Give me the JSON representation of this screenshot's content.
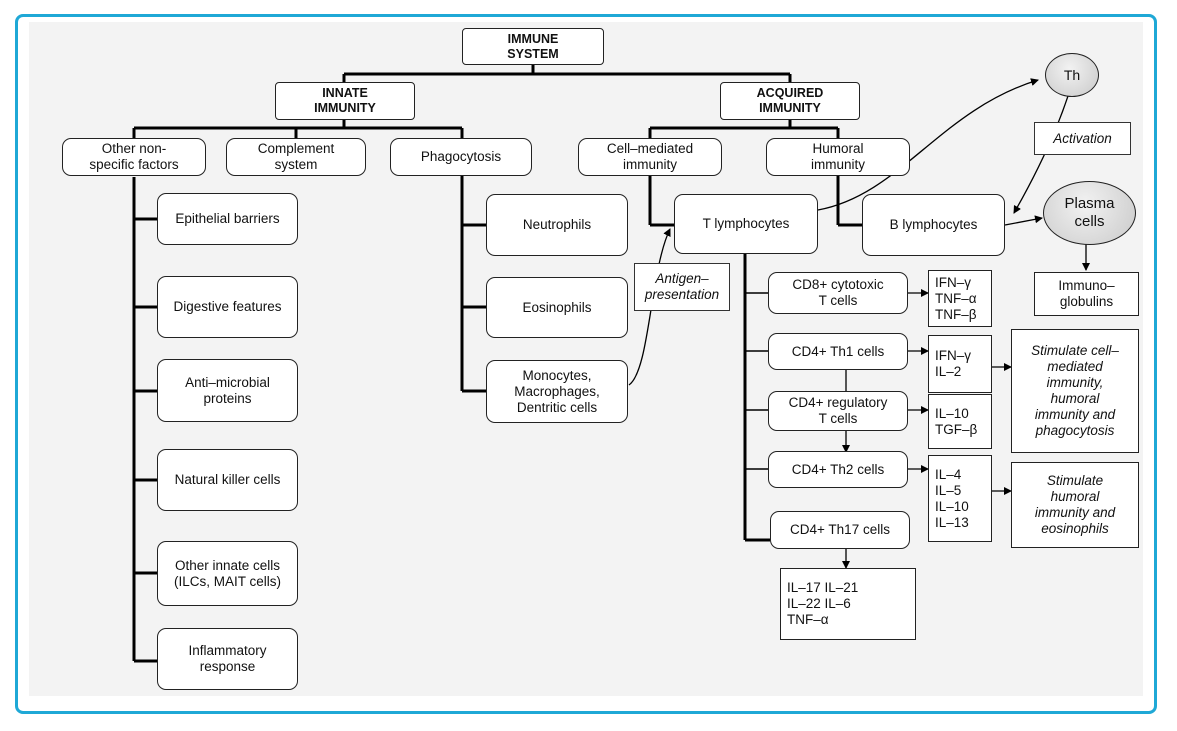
{
  "diagram": {
    "root": "IMMUNE\nSYSTEM",
    "innate": {
      "title": "INNATE\nIMMUNITY",
      "other_factors": "Other non-\nspecific factors",
      "complement": "Complement\nsystem",
      "phagocytosis": "Phagocytosis",
      "other_items": [
        "Epithelial barriers",
        "Digestive features",
        "Anti–microbial\nproteins",
        "Natural killer cells",
        "Other innate cells\n(ILCs, MAIT  cells)",
        "Inflammatory\nresponse"
      ],
      "phago_items": [
        "Neutrophils",
        "Eosinophils",
        "Monocytes,\nMacrophages,\nDentritic cells"
      ]
    },
    "acquired": {
      "title": "ACQUIRED\nIMMUNITY",
      "cell_mediated": "Cell–mediated\nimmunity",
      "humoral": "Humoral\nimmunity",
      "t_lymphocytes": "T lymphocytes",
      "b_lymphocytes": "B lymphocytes",
      "th": "Th",
      "activation": "Activation",
      "plasma": "Plasma\ncells",
      "immunoglobulins": "Immuno–\nglobulins",
      "antigen_presentation": "Antigen–\npresentation",
      "t_subsets": [
        "CD8+ cytotoxic\nT cells",
        "CD4+ Th1 cells",
        "CD4+ regulatory\nT cells",
        "CD4+ Th2 cells",
        "CD4+ Th17 cells"
      ],
      "cytokines": {
        "cd8": "IFN–γ\nTNF–α\nTNF–β",
        "th1": "IFN–γ\nIL–2",
        "treg": "IL–10\nTGF–β",
        "th2": "IL–4\nIL–5\nIL–10\nIL–13",
        "th17": "IL–17    IL–21\nIL–22    IL–6\nTNF–α"
      },
      "effects": {
        "th1": "Stimulate cell–\nmediated\nimmunity,\nhumoral\nimmunity and\nphagocytosis",
        "th2": "Stimulate\nhumoral\nimmunity and\neosinophils"
      }
    }
  },
  "colors": {
    "frame_border": "#1fa8d6",
    "canvas_bg": "#f3f3f3",
    "line": "#000000"
  }
}
